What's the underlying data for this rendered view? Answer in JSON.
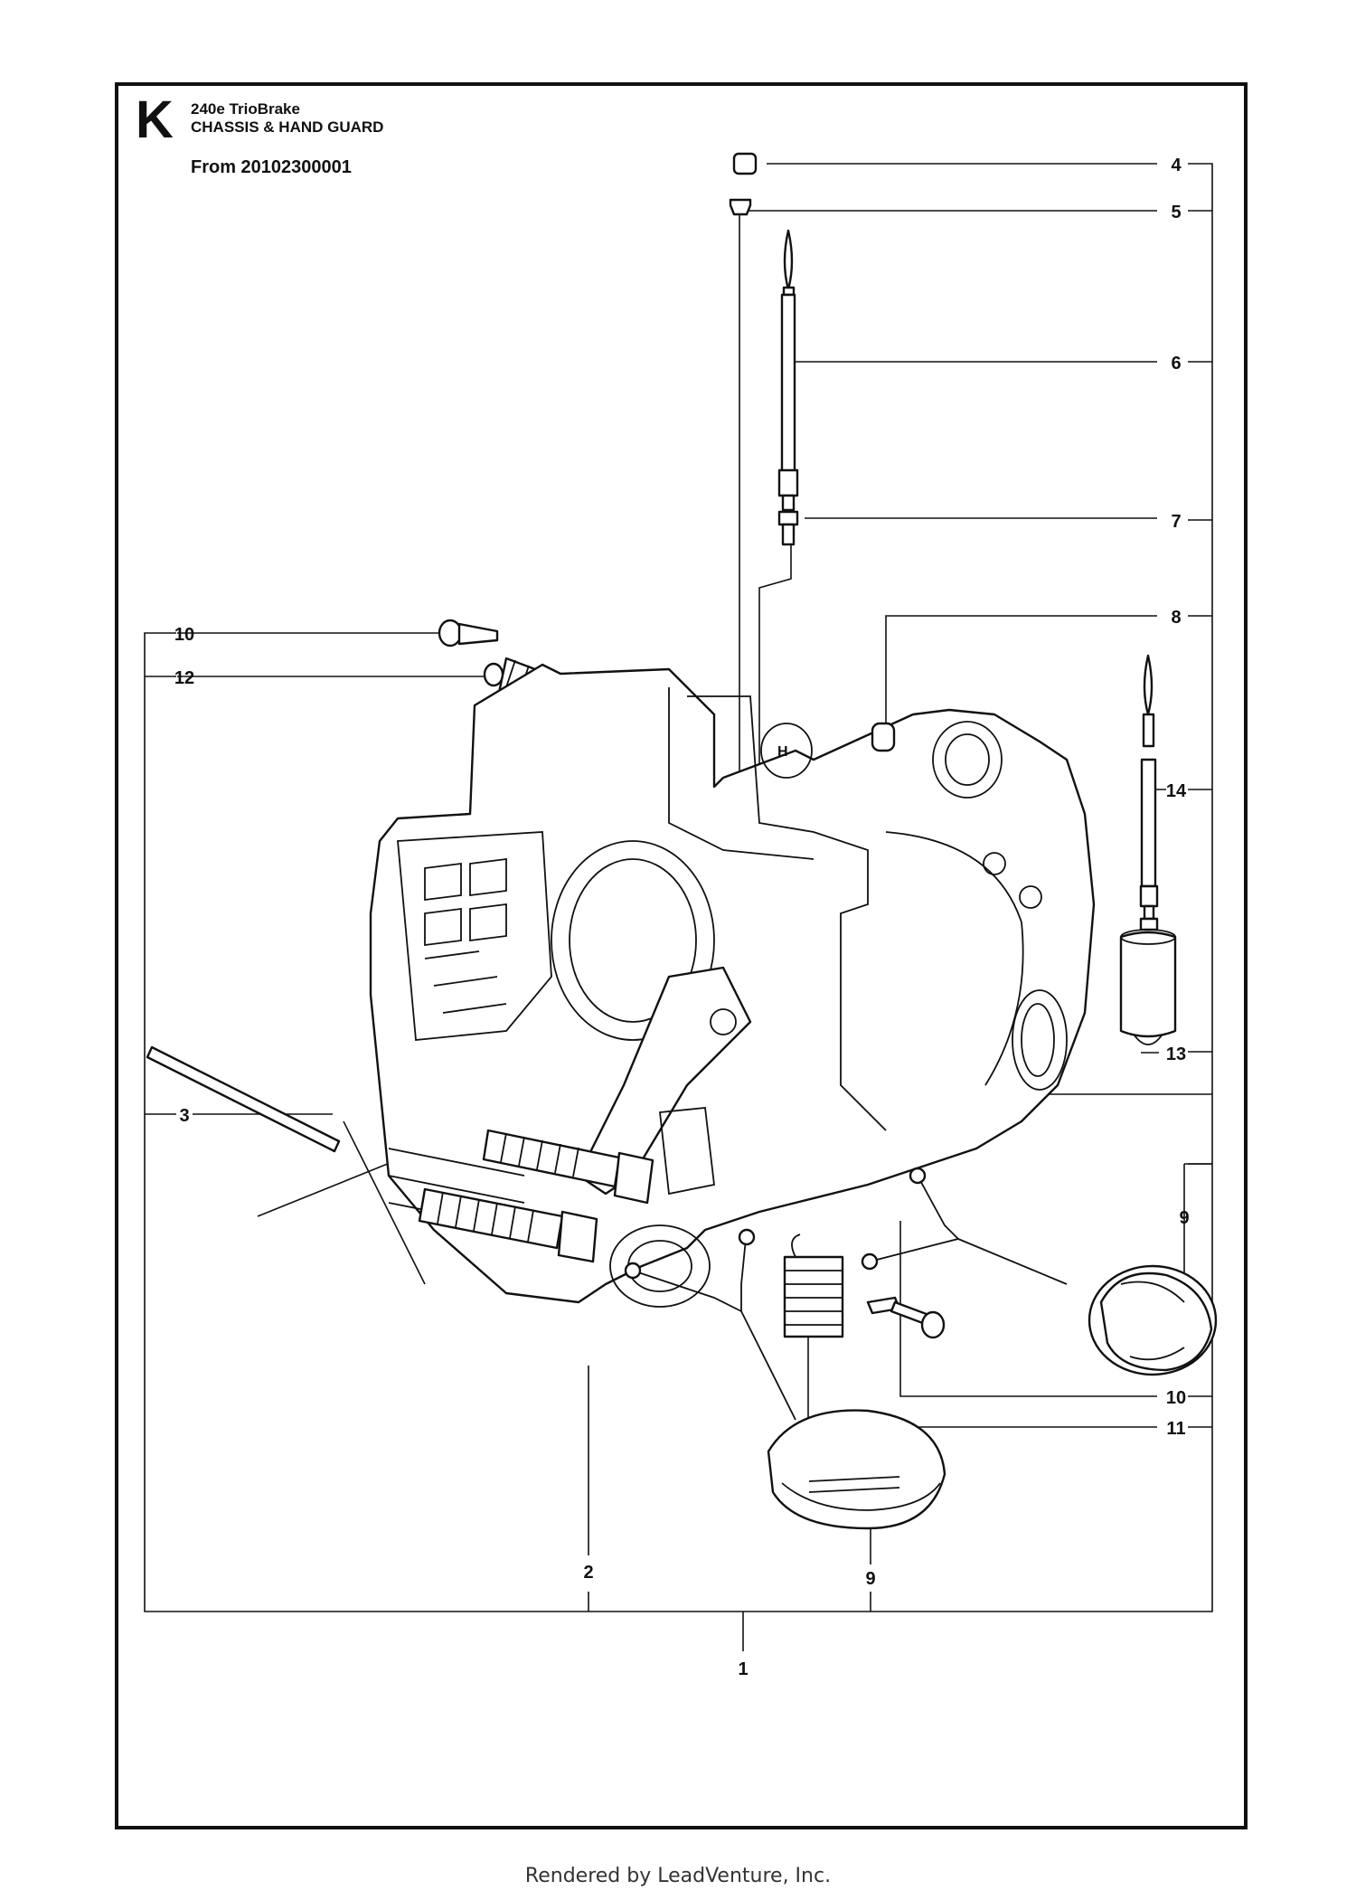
{
  "header": {
    "section_letter": "K",
    "model": "240e TrioBrake",
    "title": "CHASSIS & HAND GUARD",
    "from_serial": "From 20102300001"
  },
  "callouts": {
    "c1": "1",
    "c2": "2",
    "c3": "3",
    "c4": "4",
    "c5": "5",
    "c6": "6",
    "c7": "7",
    "c8": "8",
    "c9a": "9",
    "c9b": "9",
    "c10a": "10",
    "c10b": "10",
    "c11": "11",
    "c12": "12",
    "c13": "13",
    "c14": "14"
  },
  "footer": "Rendered by LeadVenture, Inc."
}
